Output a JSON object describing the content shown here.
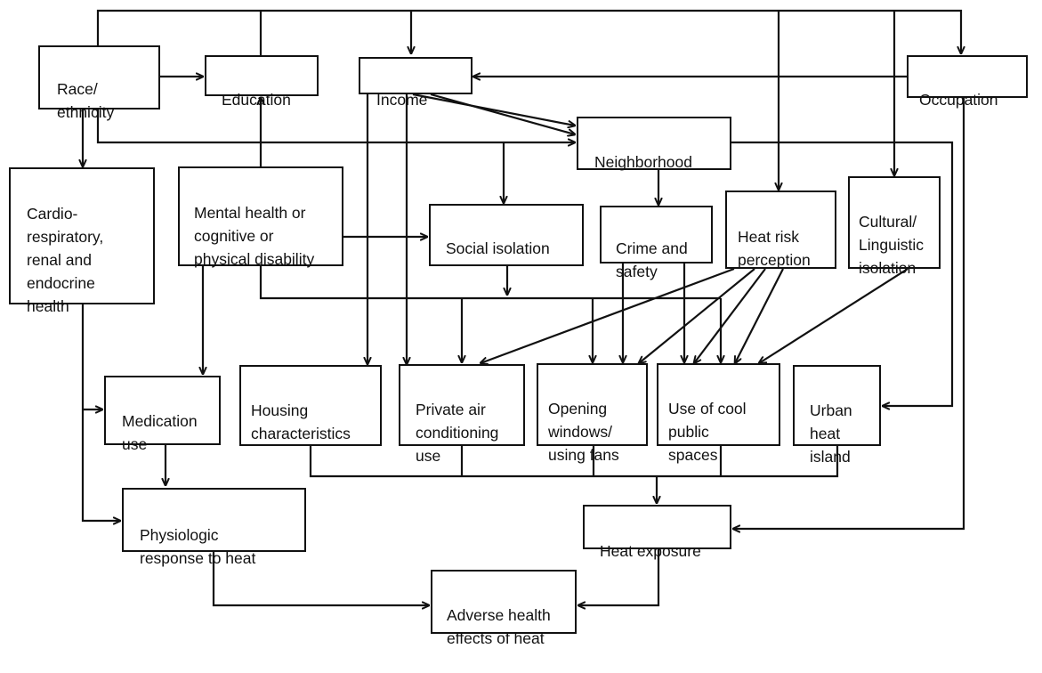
{
  "nodes": {
    "race_ethnicity": "Race/\nethnicity",
    "education": "Education",
    "income": "Income",
    "occupation": "Occupation",
    "neighborhood": "Neighborhood",
    "cardio": "Cardio-\nrespiratory,\nrenal and\nendocrine\nhealth",
    "mental_health": "Mental health or\ncognitive or\nphysical disability",
    "social_isolation": "Social isolation",
    "crime_safety": "Crime and\nsafety",
    "heat_risk": "Heat risk\nperception",
    "cultural": "Cultural/\nLinguistic\nisolation",
    "medication": "Medication\nuse",
    "housing": "Housing\ncharacteristics",
    "private_ac": "Private air\nconditioning\nuse",
    "windows_fans": "Opening\nwindows/\nusing fans",
    "cool_public": "Use of cool\npublic\nspaces",
    "urban_heat": "Urban\nheat\nisland",
    "physiologic": "Physiologic\nresponse to heat",
    "heat_exposure": "Heat exposure",
    "adverse": "Adverse health\neffects of heat"
  }
}
